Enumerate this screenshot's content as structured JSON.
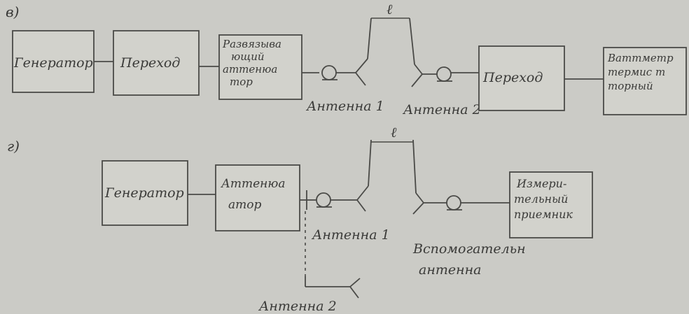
{
  "diagram_b": {
    "label": "в)",
    "generator": "Генератор",
    "transition_1": "Переход",
    "isolator": [
      "Развязыва",
      "ющий",
      "аттенюа",
      "тор"
    ],
    "antenna_1": "Антенна 1",
    "antenna_2": "Антенна 2",
    "distance": "ℓ",
    "transition_2": "Переход",
    "wattmeter": [
      "Ваттметр",
      "термис т",
      "торный"
    ]
  },
  "diagram_g": {
    "label": "г)",
    "generator": "Генератор",
    "attenuator": [
      "Аттенюа",
      "атор"
    ],
    "antenna_1": "Антенна 1",
    "distance": "ℓ",
    "aux_antenna": [
      "Вспомогательн",
      "антенна"
    ],
    "receiver": [
      "Измери-",
      "тельный",
      "приемник"
    ],
    "antenna_2": "Антенна 2"
  },
  "colors": {
    "paper": "#cbcbc6",
    "ink": "#3a3a38"
  }
}
